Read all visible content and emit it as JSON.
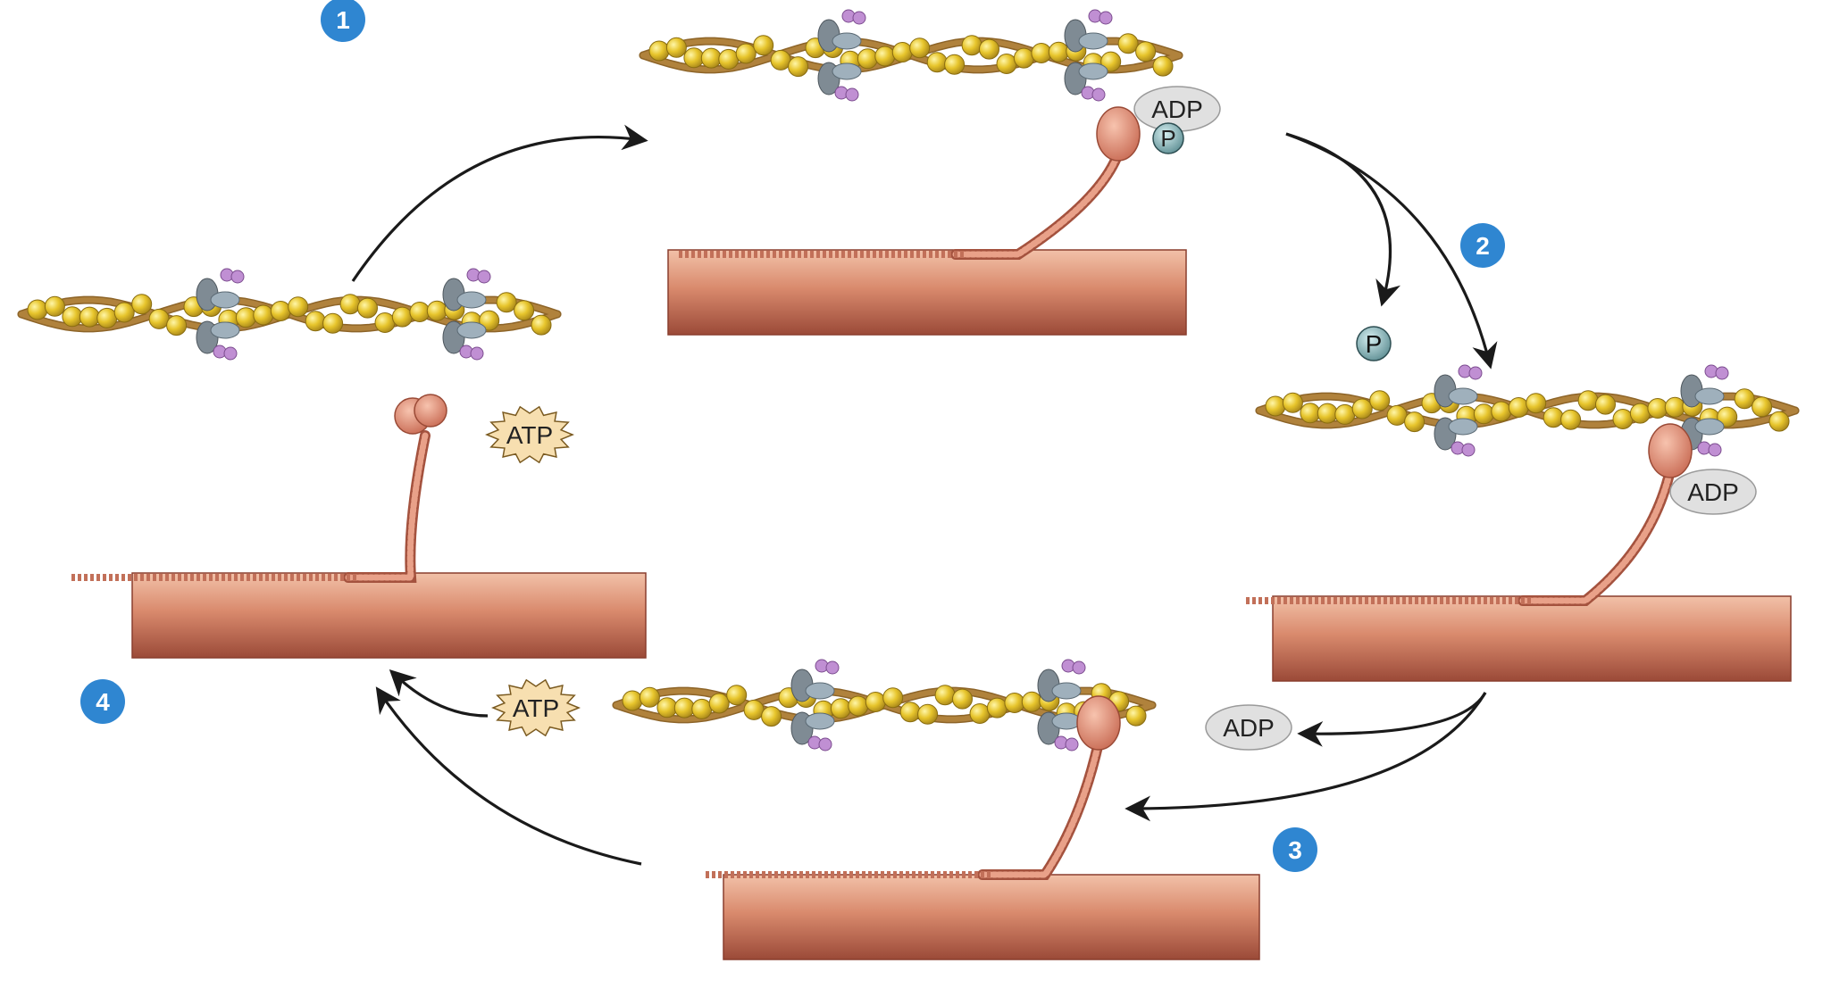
{
  "colors": {
    "background": "#ffffff",
    "step_badge": "#2f86d1",
    "thick_filament": "#b9614d",
    "actin": "#b0823c",
    "actin_bead": "#e5c12d",
    "tropomyosin": "#7f8b94",
    "troponin": "#c08fd3",
    "myosin_head": "#e59a82",
    "atp_burst": "#f7dfb0",
    "adp_oval": "#e0e0e0",
    "phosphate": "#7ea9ad",
    "arrow": "#1a1a1a"
  },
  "steps": [
    {
      "number": "1"
    },
    {
      "number": "2"
    },
    {
      "number": "3"
    },
    {
      "number": "4"
    }
  ],
  "molecules": {
    "atp": "ATP",
    "adp": "ADP",
    "phosphate": "P"
  }
}
